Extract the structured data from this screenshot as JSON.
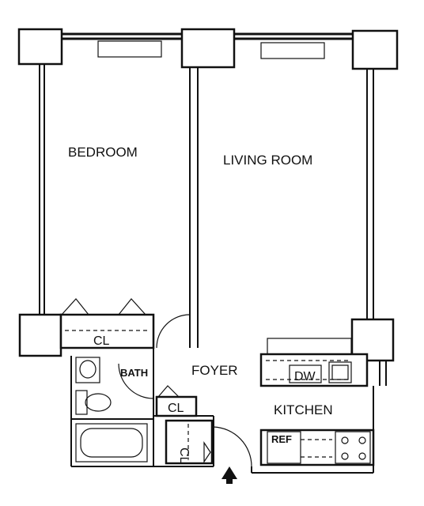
{
  "rooms": {
    "bedroom": "BEDROOM",
    "living_room": "LIVING ROOM",
    "foyer": "FOYER",
    "kitchen": "KITCHEN",
    "bath": "BATH"
  },
  "fixtures": {
    "closet_bedroom": "CL",
    "closet_foyer": "CL",
    "closet_vertical": "CL",
    "dishwasher": "DW",
    "refrigerator": "REF"
  }
}
